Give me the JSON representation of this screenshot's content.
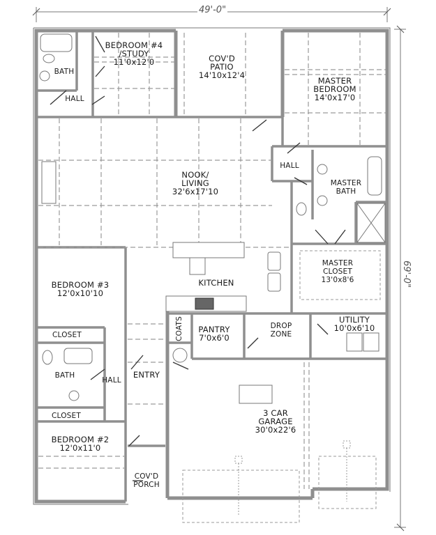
{
  "plan": {
    "overall_width": "49'-0\"",
    "overall_depth": "69'-0\"",
    "colors": {
      "wall": "#9a9a9a",
      "wall_edge": "#555555",
      "dash": "#8a8a8a",
      "text": "#1a1a1a"
    }
  },
  "rooms": {
    "bedroom4": {
      "name1": "BEDROOM #4",
      "name2": "/STUDY",
      "size": "11'0x12'0"
    },
    "bath_upper": {
      "name": "BATH"
    },
    "hall_upper": {
      "name": "HALL"
    },
    "patio": {
      "name1": "COV'D",
      "name2": "PATIO",
      "size": "14'10x12'4"
    },
    "master_bedroom": {
      "name1": "MASTER",
      "name2": "BEDROOM",
      "size": "14'0x17'0"
    },
    "nook_living": {
      "name1": "NOOK/",
      "name2": "LIVING",
      "size": "32'6x17'10"
    },
    "hall_master": {
      "name": "HALL"
    },
    "master_bath": {
      "name1": "MASTER",
      "name2": "BATH"
    },
    "master_closet": {
      "name1": "MASTER",
      "name2": "CLOSET",
      "size": "13'0x8'6"
    },
    "kitchen": {
      "name": "KITCHEN"
    },
    "bedroom3": {
      "name": "BEDROOM #3",
      "size": "12'0x10'10"
    },
    "closet3": {
      "name": "CLOSET"
    },
    "coats": {
      "name": "COATS"
    },
    "pantry": {
      "name": "PANTRY",
      "size": "7'0x6'0"
    },
    "drop_zone": {
      "name1": "DROP",
      "name2": "ZONE"
    },
    "utility": {
      "name": "UTILITY",
      "size": "10'0x6'10"
    },
    "bath_lower": {
      "name": "BATH"
    },
    "hall_lower": {
      "name": "HALL"
    },
    "entry": {
      "name": "ENTRY"
    },
    "closet2": {
      "name": "CLOSET"
    },
    "bedroom2": {
      "name": "BEDROOM #2",
      "size": "12'0x11'0"
    },
    "porch": {
      "name1": "COV'D",
      "name2": "PORCH"
    },
    "garage": {
      "name1": "3 CAR",
      "name2": "GARAGE",
      "size": "30'0x22'6"
    }
  }
}
